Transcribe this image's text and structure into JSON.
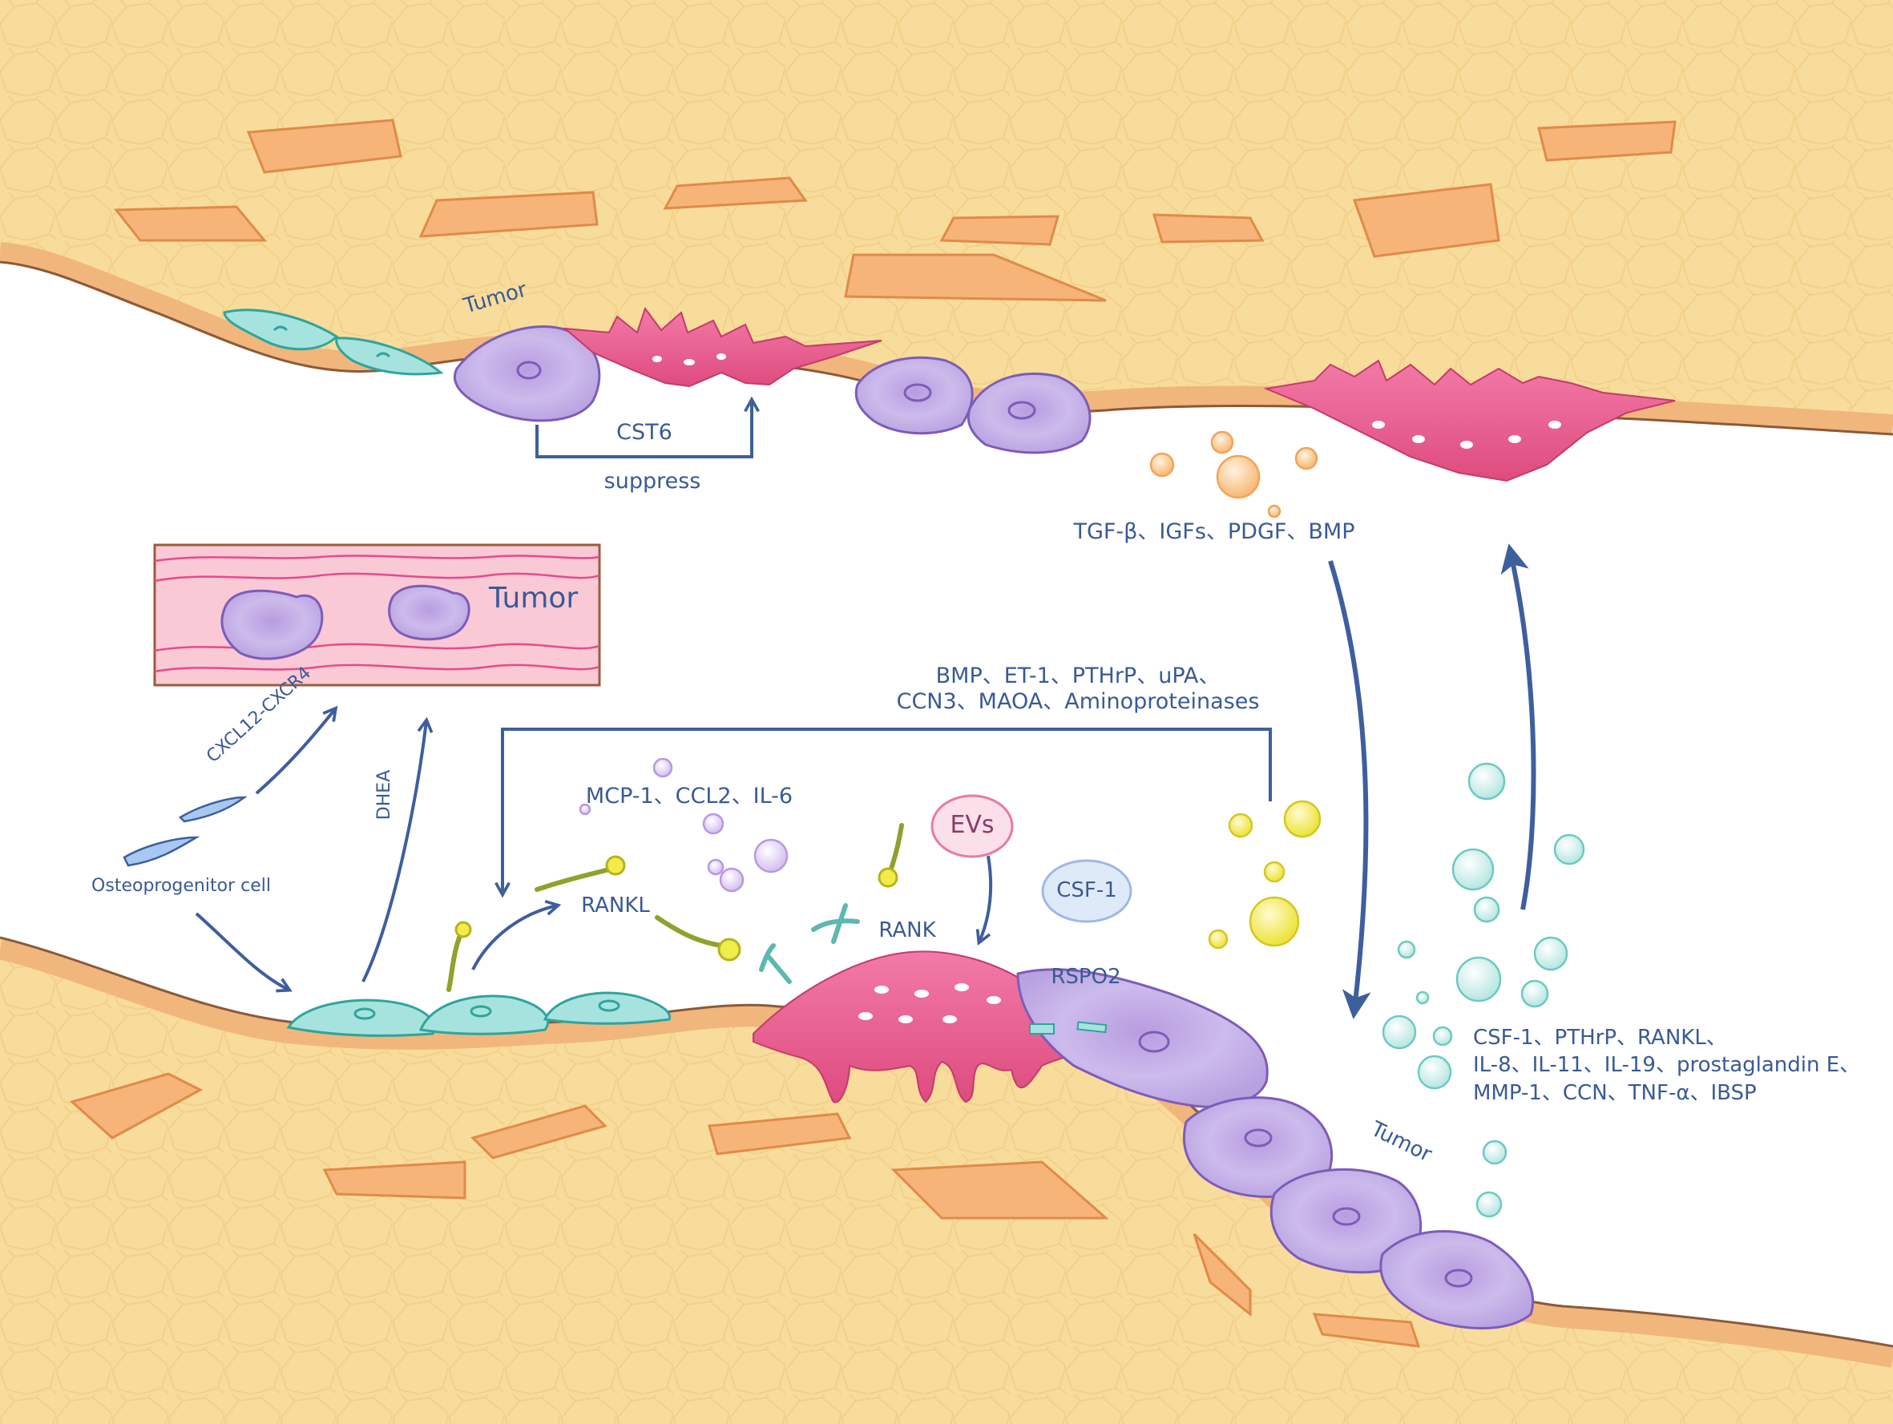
{
  "labels": {
    "tumor_top": "Tumor",
    "cst6": "CST6",
    "suppress": "suppress",
    "tumor_vessel": "Tumor",
    "tgf_group": "TGF-β、IGFs、PDGF、BMP",
    "bmp_group": "BMP、ET-1、PTHrP、uPA、\nCCN3、MAOA、Aminoproteinases",
    "cxcl12": "CXCL12-CXCR4",
    "dhea": "DHEA",
    "osteoprogenitor": "Osteoprogenitor cell",
    "mcp1": "MCP-1、CCL2、IL-6",
    "evs": "EVs",
    "rankl": "RANKL",
    "rank": "RANK",
    "csf1_bubble": "CSF-1",
    "rspo2": "RSPO2",
    "csf_group": "CSF-1、PTHrP、RANKL、\nIL-8、IL-11、IL-19、prostaglandin E、\nMMP-1、CCN、TNF-α、IBSP",
    "tumor_bottom": "Tumor"
  },
  "colors": {
    "bone": "#f8dc9c",
    "bone_texture": "#f3cc7f",
    "bone_edge": "#8a5a3a",
    "osteocyte": "#f4b374",
    "osteoblast": "#9fded8",
    "osteoclast": "#e85d8c",
    "tumor": "#c7b4e6",
    "label": "#3a5a96",
    "arrow": "#3e5f9e",
    "yellow_particle": "#f1ec4a",
    "orange_particle": "#fbc98a",
    "cyan_particle": "#cdeeec",
    "violet_particle": "#dfc7f0",
    "green_ligand": "#b8c23c"
  },
  "icons": [
    "osteoclast-cell-icon",
    "tumor-cell-icon",
    "osteoblast-cell-icon",
    "osteocyte-icon",
    "rankl-ligand-icon",
    "rank-receptor-icon",
    "blood-vessel-icon"
  ]
}
